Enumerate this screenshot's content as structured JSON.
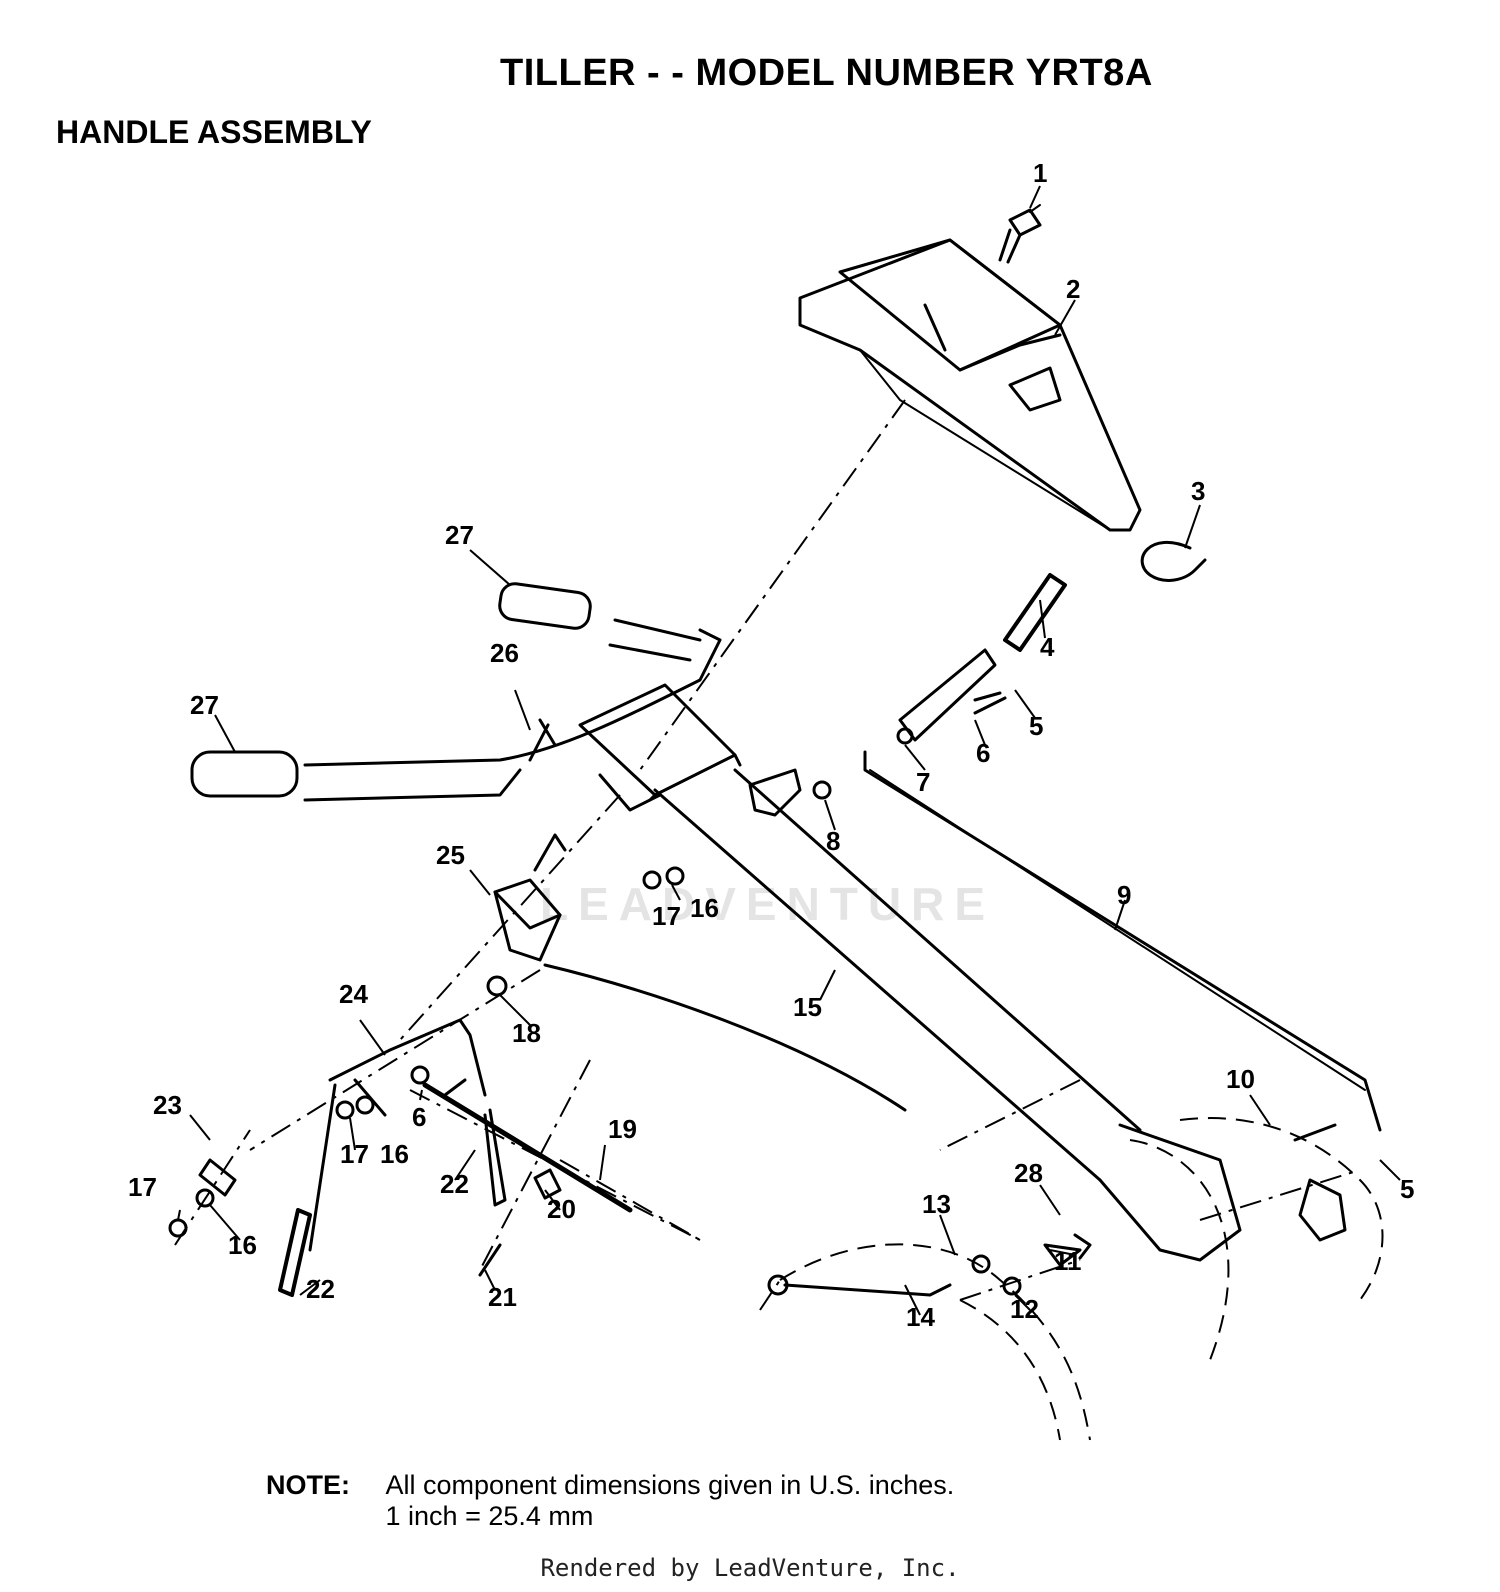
{
  "title": "TILLER - - MODEL NUMBER YRT8A",
  "subtitle": "HANDLE ASSEMBLY",
  "watermark": "LEADVENTURE",
  "callouts": [
    "1",
    "2",
    "3",
    "4",
    "5",
    "5",
    "6",
    "6",
    "7",
    "8",
    "9",
    "10",
    "11",
    "12",
    "13",
    "14",
    "15",
    "16",
    "16",
    "16",
    "17",
    "17",
    "17",
    "18",
    "19",
    "20",
    "21",
    "22",
    "22",
    "23",
    "24",
    "25",
    "26",
    "27",
    "27",
    "28"
  ],
  "note": {
    "label": "NOTE:",
    "line1": "All component dimensions given in U.S. inches.",
    "line2": "1 inch = 25.4 mm"
  },
  "footer": "Rendered by LeadVenture, Inc.",
  "colors": {
    "ink": "#000000",
    "background": "#ffffff",
    "watermark": "#e4e4e4"
  }
}
